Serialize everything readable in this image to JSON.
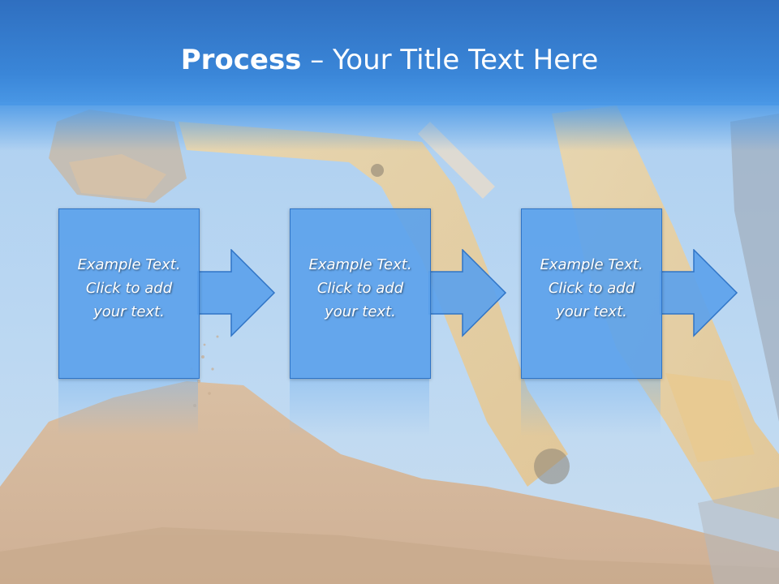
{
  "slide": {
    "title_bold": "Process",
    "title_rest": " – Your Title Text Here",
    "steps": [
      {
        "text": "Example Text.\nClick  to add\nyour text."
      },
      {
        "text": "Example Text.\nClick  to add\nyour text."
      },
      {
        "text": "Example Text.\nClick  to add\nyour text."
      }
    ]
  },
  "colors": {
    "header": "#3a86d8",
    "box_fill": "#5ca2ec",
    "box_border": "#2f74c6"
  },
  "background": {
    "subject": "excavator-digging-sand-photo"
  }
}
